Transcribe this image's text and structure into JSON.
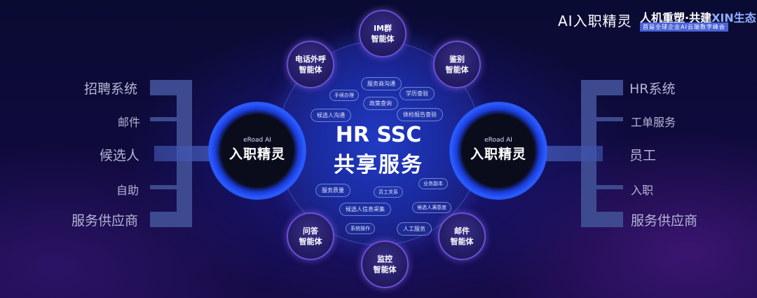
{
  "header": {
    "brand_title": "AI入职精灵",
    "slogan_a": "人机重塑·共建",
    "slogan_b": "XIN生态",
    "subtitle": "首届全球企业AI云端数字峰会"
  },
  "left_inputs": [
    "招聘系统",
    "邮件",
    "候选人",
    "自助",
    "服务供应商"
  ],
  "right_inputs": [
    "HR系统",
    "工单服务",
    "员工",
    "入职",
    "服务供应商"
  ],
  "hub": {
    "line1": "HR SSC",
    "line2": "共享服务"
  },
  "side_hubs": {
    "left": {
      "small": "eRoad AI",
      "big": "入职精灵"
    },
    "right": {
      "small": "eRoad AI",
      "big": "入职精灵"
    }
  },
  "agents": [
    {
      "l1": "IM群",
      "l2": "智能体"
    },
    {
      "l1": "电话外呼",
      "l2": "智能体"
    },
    {
      "l1": "鉴别",
      "l2": "智能体"
    },
    {
      "l1": "问答",
      "l2": "智能体"
    },
    {
      "l1": "邮件",
      "l2": "智能体"
    },
    {
      "l1": "监控",
      "l2": "智能体"
    }
  ],
  "services_top": [
    "服务商沟通",
    "手续办理",
    "学历查验",
    "政策查询",
    "候选人沟通",
    "体检报告查验"
  ],
  "services_bottom": [
    "业务副本",
    "服务质量",
    "员工关系",
    "候选人满意度",
    "候选人信息采集",
    "系统操作",
    "人工服务"
  ]
}
